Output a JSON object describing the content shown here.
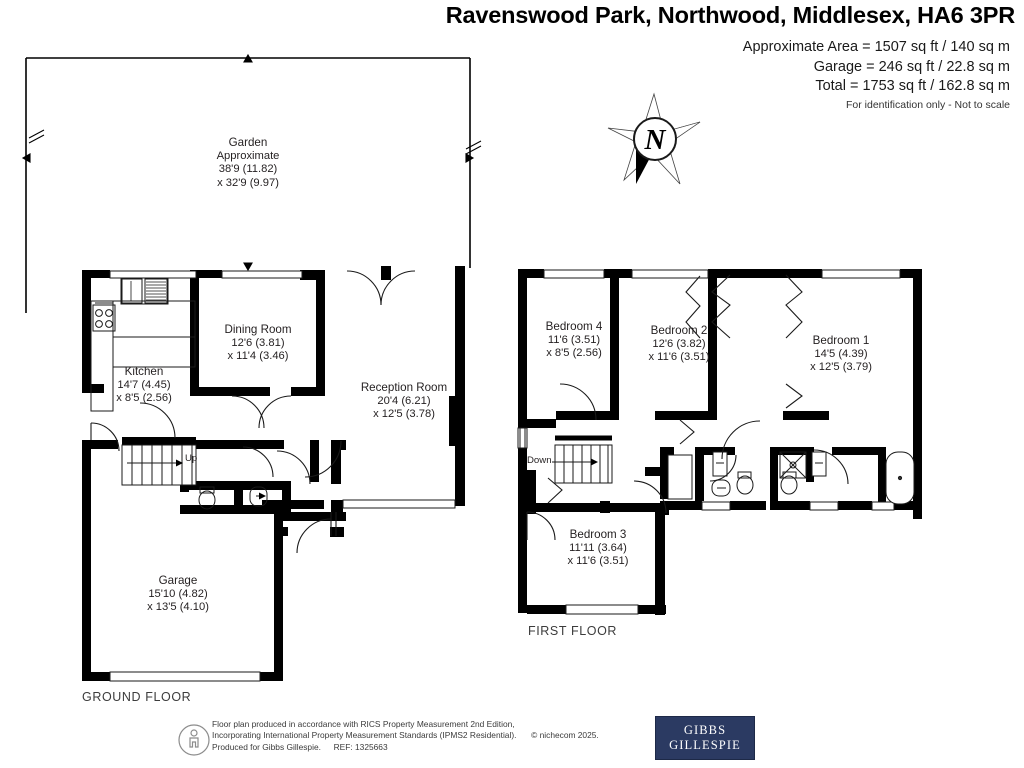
{
  "header": {
    "title": "Ravenswood Park, Northwood, Middlesex, HA6 3PR",
    "area_line_1": "Approximate Area = 1507 sq ft / 140 sq m",
    "area_line_2": "Garage = 246 sq ft / 22.8 sq m",
    "area_line_3": "Total = 1753 sq ft / 162.8 sq m",
    "disclaimer": "For identification only - Not to scale"
  },
  "compass": {
    "label": "N"
  },
  "garden": {
    "name": "Garden",
    "qualifier": "Approximate",
    "dim_1": "38'9 (11.82)",
    "dim_2": "x 32'9 (9.97)"
  },
  "ground_floor": {
    "label": "GROUND FLOOR",
    "rooms": [
      {
        "name": "Kitchen",
        "dim_1": "14'7 (4.45)",
        "dim_2": "x 8'5 (2.56)"
      },
      {
        "name": "Dining Room",
        "dim_1": "12'6 (3.81)",
        "dim_2": "x 11'4 (3.46)"
      },
      {
        "name": "Reception Room",
        "dim_1": "20'4 (6.21)",
        "dim_2": "x 12'5 (3.78)"
      },
      {
        "name": "Garage",
        "dim_1": "15'10 (4.82)",
        "dim_2": "x 13'5 (4.10)"
      }
    ],
    "stair_label": "Up"
  },
  "first_floor": {
    "label": "FIRST FLOOR",
    "rooms": [
      {
        "name": "Bedroom 4",
        "dim_1": "11'6 (3.51)",
        "dim_2": "x 8'5 (2.56)"
      },
      {
        "name": "Bedroom 2",
        "dim_1": "12'6 (3.82)",
        "dim_2": "x 11'6 (3.51)"
      },
      {
        "name": "Bedroom 1",
        "dim_1": "14'5 (4.39)",
        "dim_2": "x 12'5 (3.79)"
      },
      {
        "name": "Bedroom 3",
        "dim_1": "11'11 (3.64)",
        "dim_2": "x 11'6 (3.51)"
      }
    ],
    "stair_label": "Down"
  },
  "footer": {
    "line_1": "Floor plan produced in accordance with RICS Property Measurement 2nd Edition,",
    "line_2": "Incorporating International Property Measurement Standards (IPMS2 Residential).",
    "copyright": "© nichecom 2025.",
    "line_3": "Produced for Gibbs Gillespie.",
    "ref": "REF:  1325663",
    "logo_line_1": "GIBBS",
    "logo_line_2": "GILLESPIE"
  },
  "colors": {
    "wall": "#000000",
    "thin_line": "#1a1a1a",
    "logo_bg": "#2b3a62",
    "text": "#231f20"
  }
}
